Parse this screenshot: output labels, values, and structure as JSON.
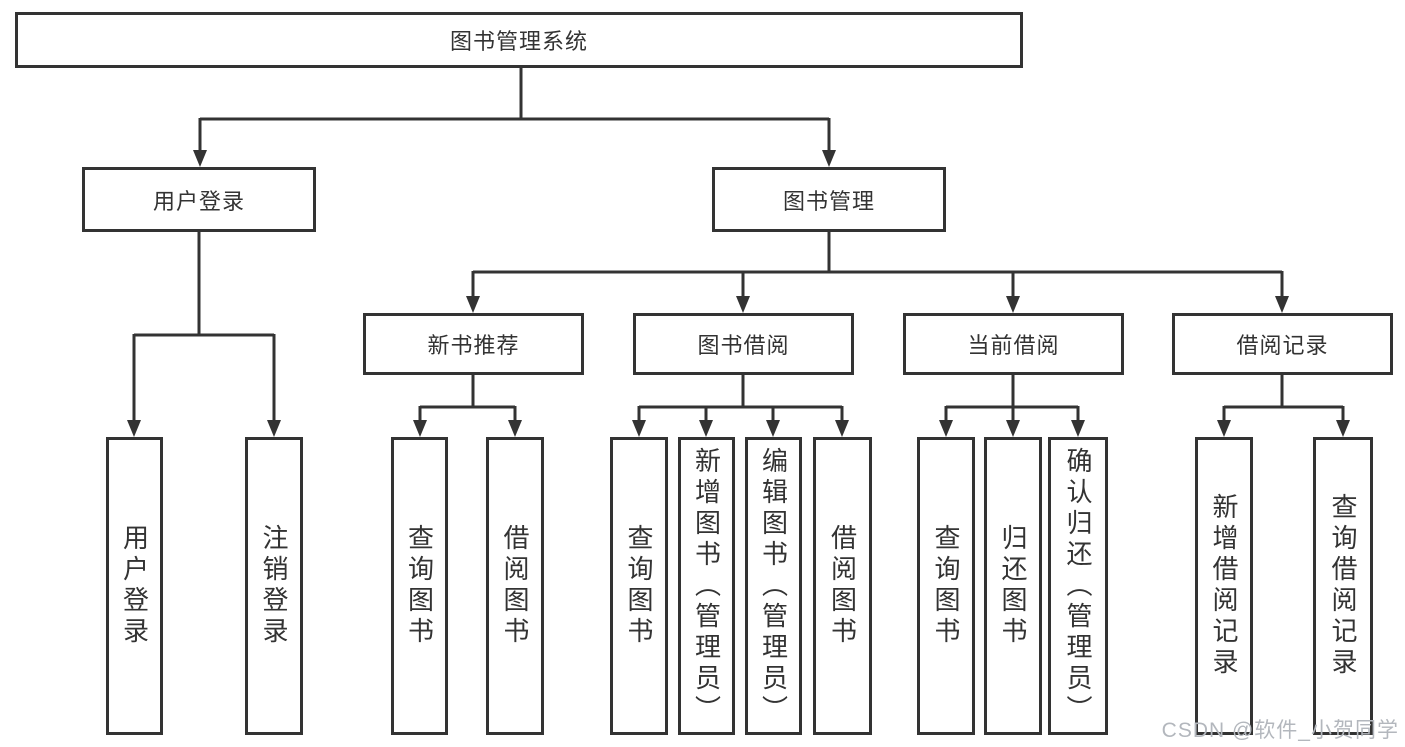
{
  "diagram_type": "hierarchy-tree",
  "tree": {
    "label": "图书管理系统",
    "children": [
      {
        "label": "用户登录",
        "children": [
          {
            "label": "用户登录"
          },
          {
            "label": "注销登录"
          }
        ]
      },
      {
        "label": "图书管理",
        "children": [
          {
            "label": "新书推荐",
            "children": [
              {
                "label": "查询图书"
              },
              {
                "label": "借阅图书"
              }
            ]
          },
          {
            "label": "图书借阅",
            "children": [
              {
                "label": "查询图书"
              },
              {
                "label": "新增图书（管理员）"
              },
              {
                "label": "编辑图书（管理员）"
              },
              {
                "label": "借阅图书"
              }
            ]
          },
          {
            "label": "当前借阅",
            "children": [
              {
                "label": "查询图书"
              },
              {
                "label": "归还图书"
              },
              {
                "label": "确认归还（管理员）"
              }
            ]
          },
          {
            "label": "借阅记录",
            "children": [
              {
                "label": "新增借阅记录"
              },
              {
                "label": "查询借阅记录"
              }
            ]
          }
        ]
      }
    ]
  },
  "watermark": {
    "text": "CSDN @软件_小贺同学"
  },
  "colors": {
    "line": "#333333",
    "text": "#333333",
    "background": "#ffffff",
    "watermark": "#b3b7bd"
  }
}
